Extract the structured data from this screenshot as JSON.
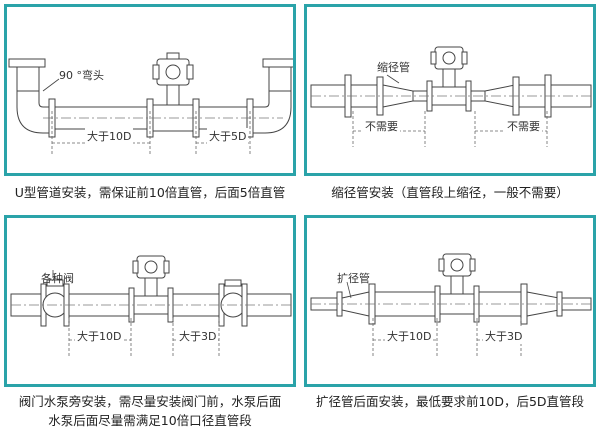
{
  "panels": [
    {
      "id": "u-pipe",
      "labels": {
        "elbow": "90 °弯头",
        "upstream": "大于10D",
        "downstream": "大于5D"
      },
      "caption": [
        "U型管道安装，需保证前10倍直管，后面5倍直管"
      ]
    },
    {
      "id": "reducer",
      "labels": {
        "reducer": "缩径管",
        "upstream": "不需要",
        "downstream": "不需要"
      },
      "caption": [
        "缩径管安装（直管段上缩径，一般不需要）"
      ]
    },
    {
      "id": "valve-pump",
      "labels": {
        "valve": "各种阀",
        "upstream": "大于10D",
        "downstream": "大于3D"
      },
      "caption": [
        "阀门水泵旁安装，需尽量安装阀门前，水泵后面",
        "水泵后面尽量需满足10倍口径直管段"
      ]
    },
    {
      "id": "expander",
      "labels": {
        "expander": "扩径管",
        "upstream": "大于10D",
        "downstream": "大于3D"
      },
      "caption": [
        "扩径管后面安装，最低要求前10D，后5D直管段"
      ]
    }
  ],
  "colors": {
    "frame": "#2aa3a9",
    "pipe_stroke": "#444444",
    "pipe_fill": "#ffffff",
    "dash": "#666666"
  }
}
